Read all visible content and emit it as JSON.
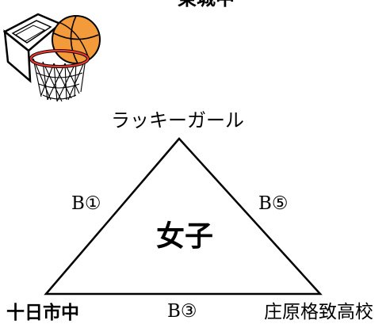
{
  "header": {
    "school_title": "東城中"
  },
  "diagram": {
    "category": "女子",
    "teams": {
      "top": "ラッキーガール",
      "bottom_left": "十日市中",
      "bottom_right": "庄原格致高校"
    },
    "matches": {
      "left_edge": "B①",
      "right_edge": "B⑤",
      "bottom_edge": "B③"
    }
  },
  "colors": {
    "ball": "#f39a3a",
    "rim": "#e8382f",
    "line": "#000000"
  },
  "icons": {
    "illustration": "basketball-hoop-icon"
  }
}
